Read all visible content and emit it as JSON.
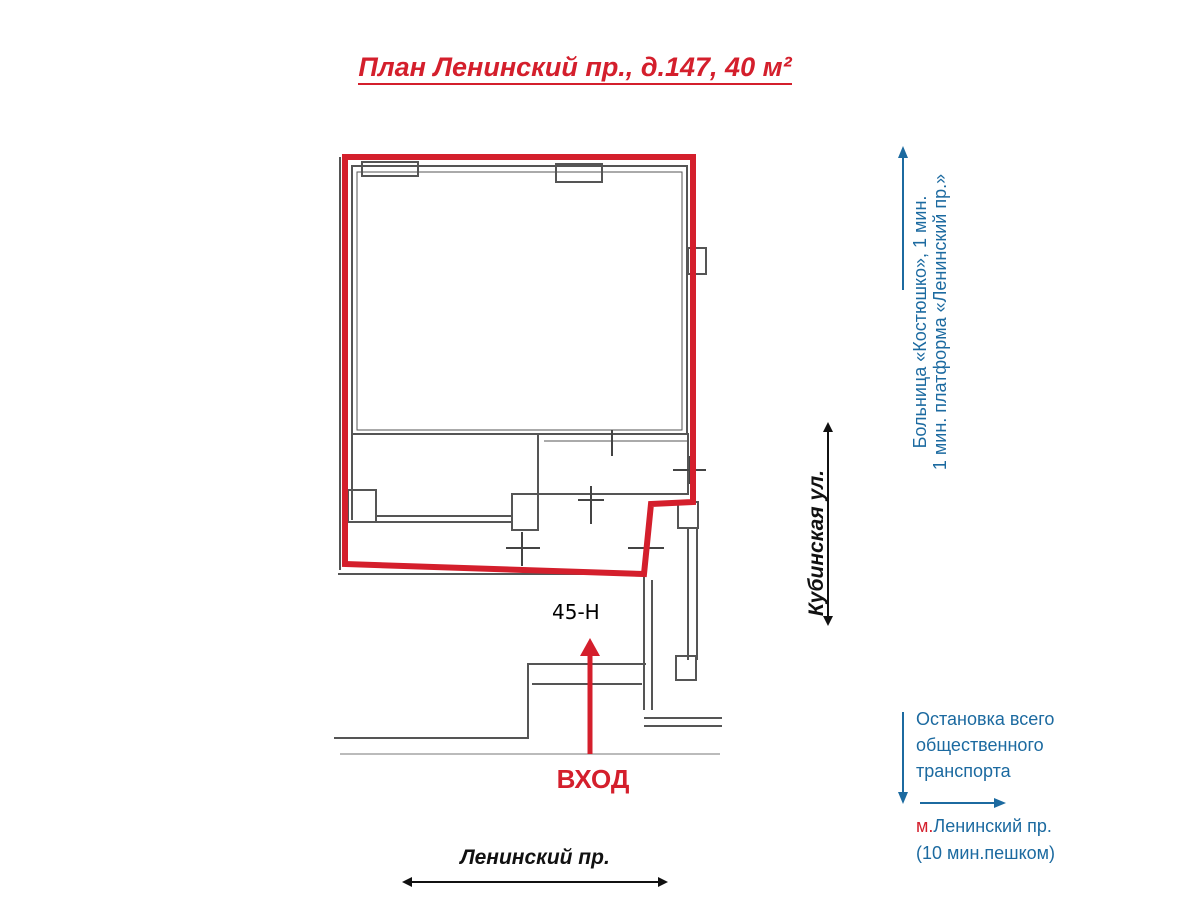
{
  "title": "План Ленинский пр., д.147, 40 м²",
  "room_label": "45-Н",
  "entrance_label": "ВХОД",
  "street_bottom": "Ленинский  пр.",
  "street_right": "Кубинская  ул.",
  "hospital_line1": "Больница «Костюшко», 1 мин.",
  "hospital_line2": "1 мин. платформа «Ленинский пр.»",
  "stop_line1": "Остановка всего",
  "stop_line2": "общественного",
  "stop_line3": "транспорта",
  "metro_marker": "м.",
  "metro_line1": "Ленинский пр.",
  "metro_line2": "(10 мин.пешком)",
  "colors": {
    "highlight": "#d41f2c",
    "info": "#1c6aa0",
    "walls": "#555555",
    "text": "#111111"
  }
}
